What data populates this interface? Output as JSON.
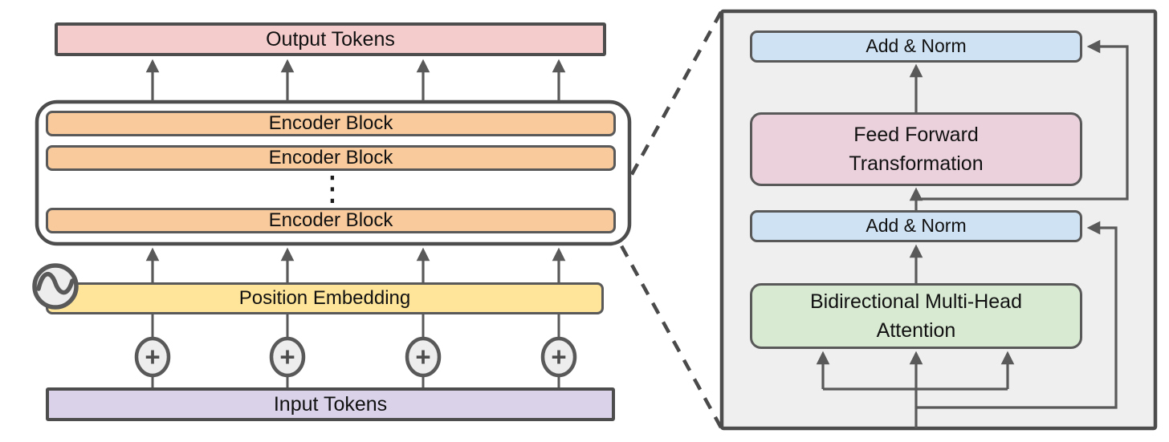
{
  "diagram": {
    "left_column": {
      "output_tokens_label": "Output Tokens",
      "encoder_blocks": [
        {
          "label": "Encoder Block"
        },
        {
          "label": "Encoder Block"
        },
        {
          "label": "Encoder Block"
        }
      ],
      "ellipsis_glyph": "⋮",
      "position_embedding_label": "Position Embedding",
      "add_operator_symbol": "+",
      "input_tokens_label": "Input Tokens",
      "token_stream_count": 4
    },
    "encoder_detail_panel": {
      "add_norm_top_label": "Add & Norm",
      "feed_forward_label": "Feed Forward Transformation",
      "add_norm_bottom_label": "Add & Norm",
      "attention_label": "Bidirectional Multi-Head Attention"
    },
    "colors": {
      "output_tokens_fill": "#f4cccc",
      "encoder_block_fill": "#f9cb9c",
      "position_embedding_fill": "#ffe599",
      "input_tokens_fill": "#d9d2e9",
      "add_norm_fill": "#cfe2f3",
      "feed_forward_fill": "#ead1dc",
      "attention_fill": "#d9ead3",
      "detail_panel_background": "#efefef",
      "connector_color": "#595959",
      "border_color": "#4d4d4d"
    }
  }
}
